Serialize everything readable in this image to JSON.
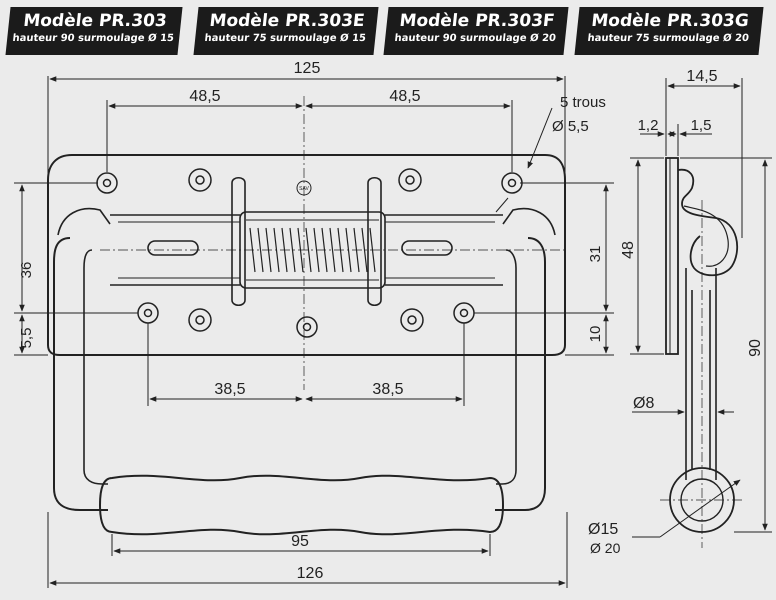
{
  "models": [
    {
      "title": "Modèle PR.303",
      "subtitle": "hauteur 90 surmoulage Ø 15"
    },
    {
      "title": "Modèle PR.303E",
      "subtitle": "hauteur 75 surmoulage Ø 15"
    },
    {
      "title": "Modèle PR.303F",
      "subtitle": "hauteur 90 surmoulage Ø 20"
    },
    {
      "title": "Modèle PR.303G",
      "subtitle": "hauteur 75 surmoulage Ø 20"
    }
  ],
  "dimensions": {
    "plate_width": "125",
    "hole_spacing_left_top": "48,5",
    "hole_spacing_right_top": "48,5",
    "holes_count": "5 trous",
    "hole_diameter": "Ø 5,5",
    "offset_left_1": "36",
    "offset_left_2": "5,5",
    "height_right_1": "31",
    "height_right_2": "10",
    "hole_spacing_left_bottom": "38,5",
    "hole_spacing_right_bottom": "38,5",
    "grip_length": "95",
    "overall_width": "126",
    "side_depth": "14,5",
    "side_thickness_1": "1,2",
    "side_thickness_2": "1,5",
    "side_plate_height": "48",
    "side_total_height": "90",
    "rod_diameter": "Ø8",
    "grip_diameter_1": "Ø15",
    "grip_diameter_2": "Ø 20"
  },
  "stamp": "SAV",
  "colors": {
    "line": "#222222",
    "background": "#ebebeb",
    "badge": "#1b1b1b"
  }
}
